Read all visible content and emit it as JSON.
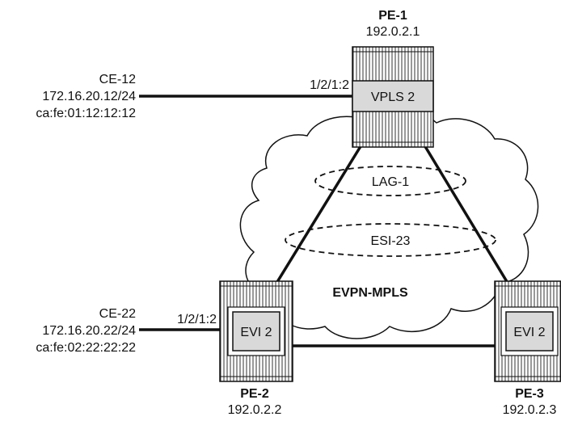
{
  "routers": {
    "pe1": {
      "name": "PE-1",
      "address": "192.0.2.1",
      "service": "VPLS 2",
      "port": "1/2/1:2"
    },
    "pe2": {
      "name": "PE-2",
      "address": "192.0.2.2",
      "service": "EVI 2",
      "port": "1/2/1:2"
    },
    "pe3": {
      "name": "PE-3",
      "address": "192.0.2.3",
      "service": "EVI 2"
    }
  },
  "ces": {
    "ce12": {
      "name": "CE-12",
      "ip": "172.16.20.12/24",
      "mac": "ca:fe:01:12:12:12"
    },
    "ce22": {
      "name": "CE-22",
      "ip": "172.16.20.22/24",
      "mac": "ca:fe:02:22:22:22"
    }
  },
  "cloud": {
    "label": "EVPN-MPLS"
  },
  "groups": {
    "lag": "LAG-1",
    "esi": "ESI-23"
  },
  "colors": {
    "line": "#111111",
    "box_fill": "#d9d9d9",
    "cloud_fill": "#ffffff"
  }
}
